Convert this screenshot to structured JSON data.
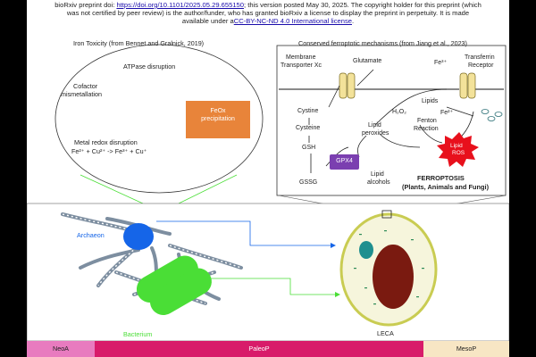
{
  "header": {
    "line1_prefix": "bioRxiv preprint doi: ",
    "doi_link": "https://doi.org/10.1101/2025.05.29.655150",
    "line1_suffix": "; this version posted May 30, 2025. The copyright holder for this preprint (which",
    "line2": "was not certified by peer review) is the author/funder, who has granted bioRxiv a license to display the preprint in perpetuity. It is made",
    "line3_prefix": "available under a",
    "license_link": "CC-BY-NC-ND 4.0 International license",
    "line3_suffix": "."
  },
  "iron_panel": {
    "title": "Iron Toxicity (from Bennet and Gralnick, 2019)",
    "atpase": "ATPase disruption",
    "cofactor": "Cofactor",
    "mismetallation": "mismetallation",
    "feox_line1": "FeOx",
    "feox_line2": "precipitation",
    "redox_title": "Metal redox disruption",
    "redox_eq": "Fe²⁺ + Cu²⁺ -> Fe³⁺ + Cu⁺"
  },
  "ferro_panel": {
    "title": "Conserved ferroptotic mechanisms (from Jiang et al., 2023)",
    "membrane_transporter": "Membrane",
    "transporter_xc": "Transporter Xc",
    "glutamate": "Glutamate",
    "fe3": "Fe³⁺",
    "transferrin": "Transferrin",
    "receptor": "Receptor",
    "cystine": "Cystine",
    "cysteine": "Cysteine",
    "gsh": "GSH",
    "gssg": "GSSG",
    "gpx4": "GPX4",
    "lipid_peroxides_1": "Lipid",
    "lipid_peroxides_2": "peroxides",
    "lipid_alcohols_1": "Lipid",
    "lipid_alcohols_2": "alcohols",
    "lipids": "Lipids",
    "h2o2": "H₂O₂",
    "fe2": "Fe²⁺",
    "fenton_1": "Fenton",
    "fenton_2": "Reaction",
    "lipid_ros_1": "Lipid",
    "lipid_ros_2": "ROS",
    "ferroptosis": "FERROPTOSIS",
    "ferroptosis_sub": "(Plants, Animals and Fungi)"
  },
  "lower_panel": {
    "archaeon": "Archaeon",
    "bacterium": "Bacterium",
    "leca": "LECA"
  },
  "timeline": [
    {
      "label": "NeoA",
      "color": "#e87bbf"
    },
    {
      "label": "PaleoP",
      "color": "#d81b6a"
    },
    {
      "label": "MesoP",
      "color": "#f7e6c4"
    }
  ],
  "colors": {
    "feox_box": "#e8843a",
    "archaeon": "#1565e8",
    "bacterium": "#4ade36",
    "leca_cell_border": "#c9cc52",
    "leca_cell_fill": "#f6f5dc",
    "leca_nucleus": "#7a1a10",
    "leca_vacuole": "#1f8f8f",
    "lipid_ros": "#e8101c",
    "gpx4": "#7b3fb0",
    "transporter": "#f3e29a"
  }
}
